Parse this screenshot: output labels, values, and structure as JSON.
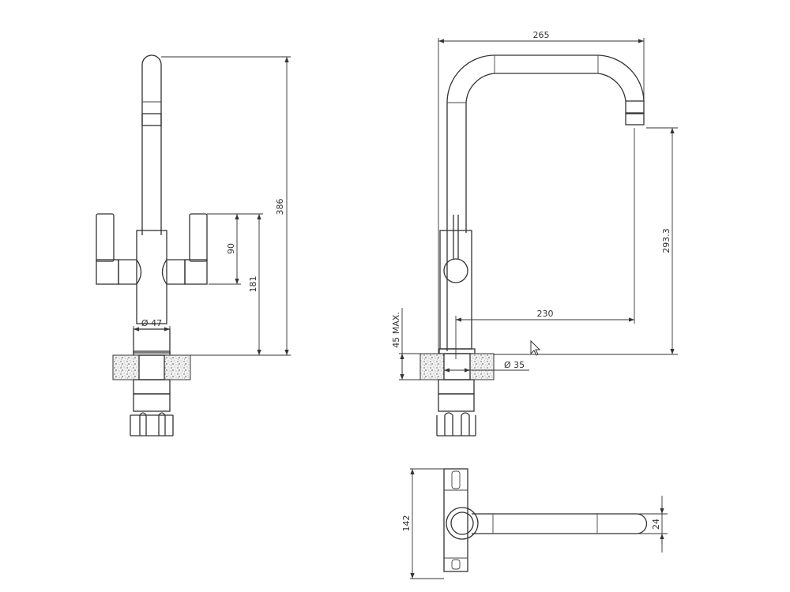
{
  "drawing": {
    "front_view": {
      "dimensions": {
        "overall_height": "386",
        "lever_height": "90",
        "body_height": "181",
        "base_diameter": "Ø 47"
      }
    },
    "side_view": {
      "dimensions": {
        "overall_width": "265",
        "spout_height": "293.3",
        "spout_reach": "230",
        "deck_thickness_max": "45 MAX.",
        "hole_diameter": "Ø 35"
      }
    },
    "top_view": {
      "dimensions": {
        "lever_span": "142",
        "spout_diameter": "24"
      }
    }
  },
  "cursor": {
    "icon": "arrow-cursor-icon"
  }
}
